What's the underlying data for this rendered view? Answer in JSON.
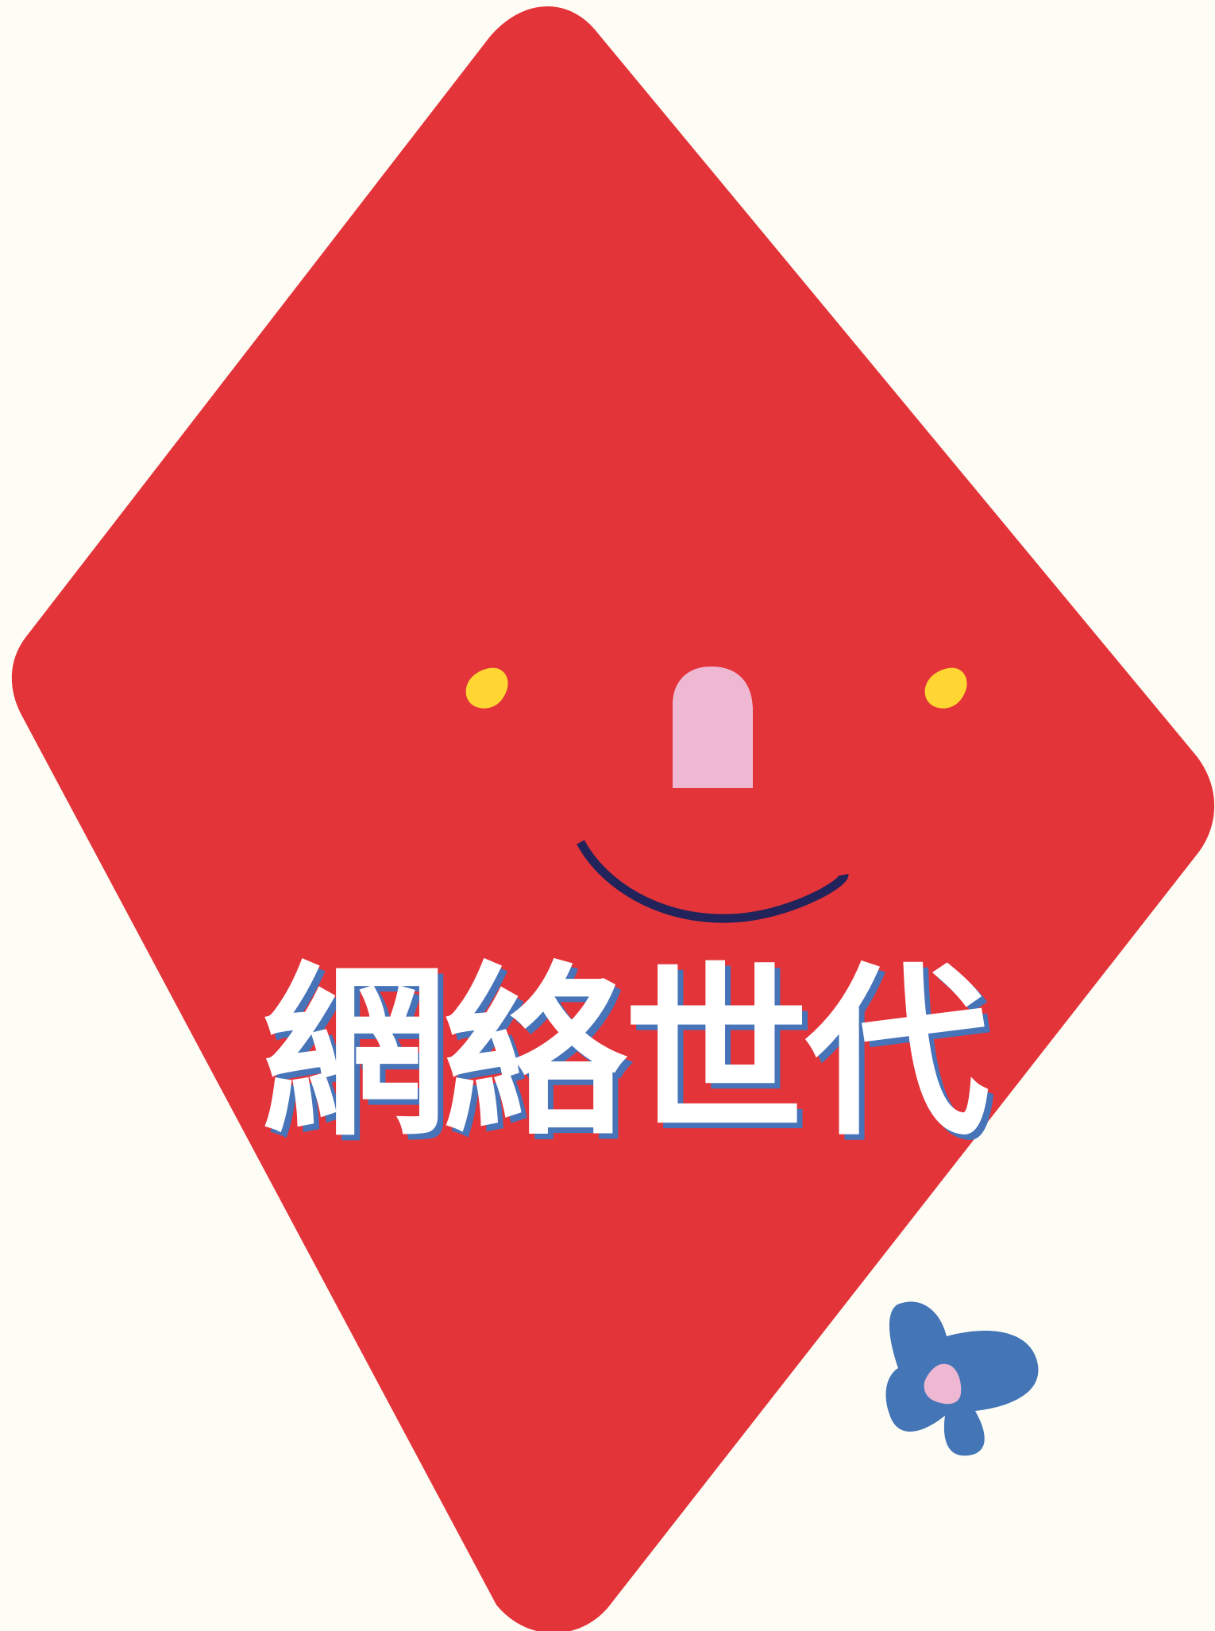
{
  "title": "網絡世代",
  "colors": {
    "background": "#FEFDF5",
    "kite": "#E3343A",
    "eyes": "#FFD632",
    "nose": "#EFB8D2",
    "mouth": "#22235A",
    "title_text": "#FFFFFF",
    "title_shadow": "#4774B8",
    "flower_petals": "#4475B7",
    "flower_center": "#EFB8D2"
  },
  "icons": {
    "kite": "kite-shape",
    "flower": "four-petal-flower"
  }
}
